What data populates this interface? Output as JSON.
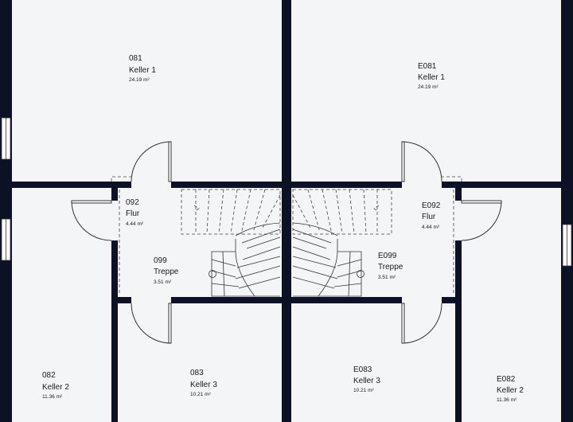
{
  "rooms": {
    "keller1_left": {
      "num": "081",
      "name": "Keller 1",
      "area": "24.19 m²"
    },
    "keller1_right": {
      "num": "E081",
      "name": "Keller 1",
      "area": "24.19 m²"
    },
    "flur_left": {
      "num": "092",
      "name": "Flur",
      "area": "4.44 m²"
    },
    "flur_right": {
      "num": "E092",
      "name": "Flur",
      "area": "4.44 m²"
    },
    "treppe_left": {
      "num": "099",
      "name": "Treppe",
      "area": "3.51 m²"
    },
    "treppe_right": {
      "num": "E099",
      "name": "Treppe",
      "area": "3.51 m²"
    },
    "keller2_left": {
      "num": "082",
      "name": "Keller 2",
      "area": "11.36 m²"
    },
    "keller3_left": {
      "num": "083",
      "name": "Keller 3",
      "area": "10.21 m²"
    },
    "keller3_right": {
      "num": "E083",
      "name": "Keller 3",
      "area": "10.21 m²"
    },
    "keller2_right": {
      "num": "E082",
      "name": "Keller 2",
      "area": "11.36 m²"
    }
  },
  "colors": {
    "wall": "#0d1126",
    "floor": "#f4f5f6"
  }
}
